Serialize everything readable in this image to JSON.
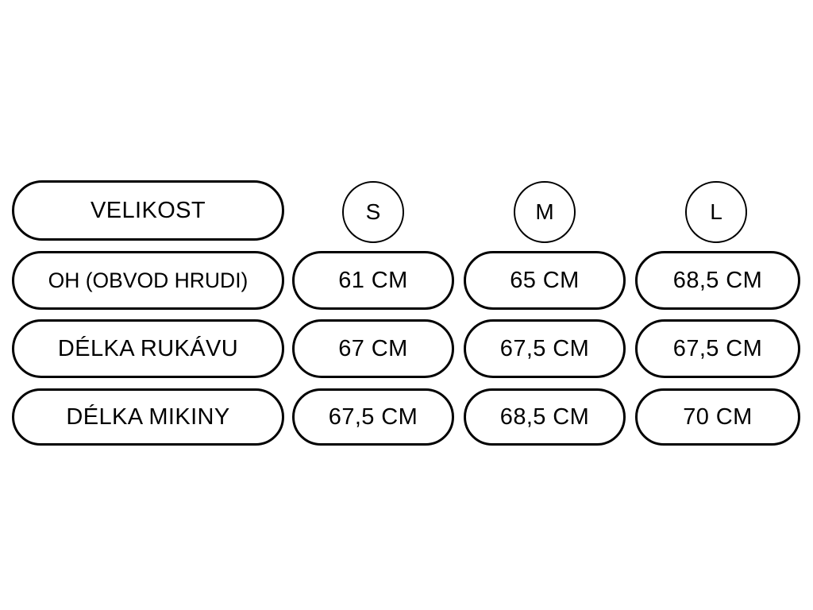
{
  "chart_data": {
    "type": "table",
    "title": "",
    "header_label": "VELIKOST",
    "categories": [
      "S",
      "M",
      "L"
    ],
    "unit": "CM",
    "rows": [
      {
        "label": "OH (OBVOD HRUDI)",
        "values": [
          "61 CM",
          "65 CM",
          "68,5 CM"
        ],
        "numeric": [
          61,
          65,
          68.5
        ]
      },
      {
        "label": "DÉLKA RUKÁVU",
        "values": [
          "67 CM",
          "67,5 CM",
          "67,5 CM"
        ],
        "numeric": [
          67,
          67.5,
          67.5
        ]
      },
      {
        "label": "DÉLKA MIKINY",
        "values": [
          "67,5 CM",
          "68,5 CM",
          "70 CM"
        ],
        "numeric": [
          67.5,
          68.5,
          70
        ]
      }
    ],
    "colors": {
      "stroke": "#000000",
      "background": "#ffffff",
      "text": "#000000"
    }
  }
}
